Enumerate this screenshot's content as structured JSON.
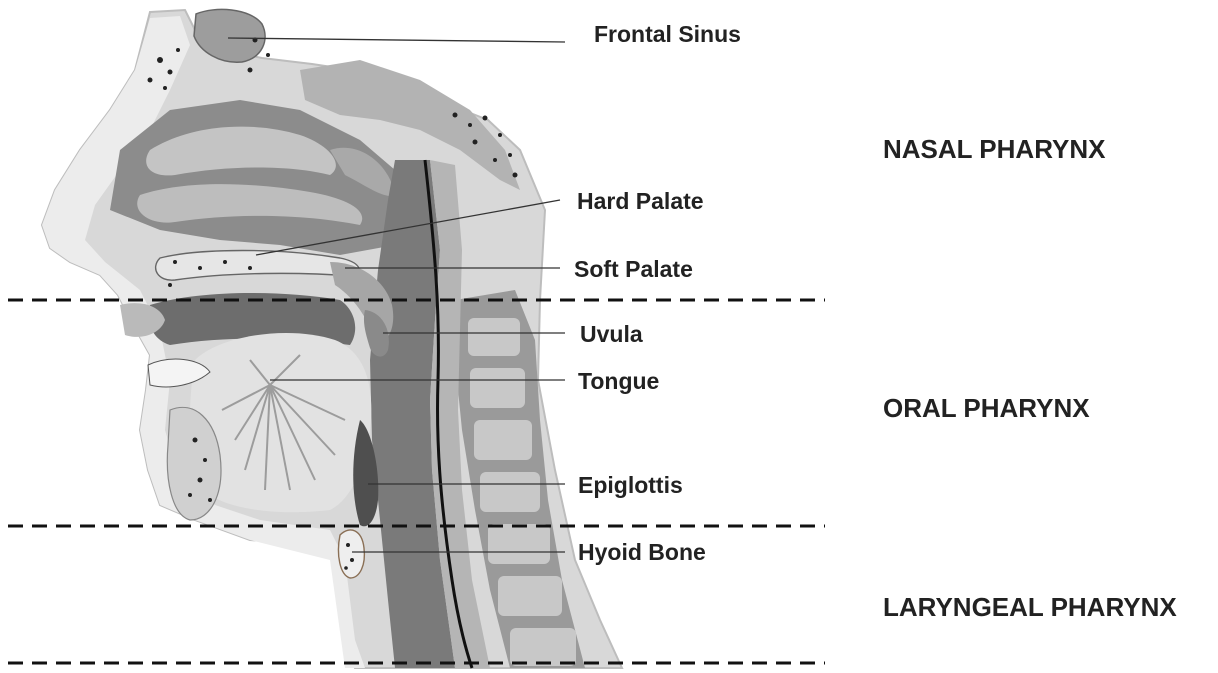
{
  "parts": {
    "frontal_sinus": "Frontal Sinus",
    "hard_palate": "Hard Palate",
    "soft_palate": "Soft Palate",
    "uvula": "Uvula",
    "tongue": "Tongue",
    "epiglottis": "Epiglottis",
    "hyoid_bone": "Hyoid Bone"
  },
  "regions": {
    "nasal": "NASAL PHARYNX",
    "oral": "ORAL PHARYNX",
    "laryngeal": "LARYNGEAL PHARYNX"
  }
}
